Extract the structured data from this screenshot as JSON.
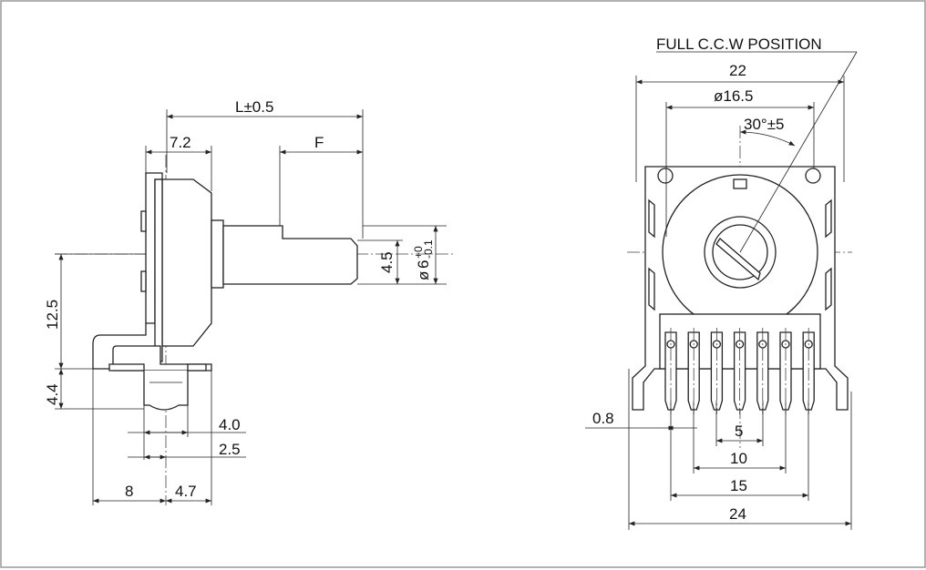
{
  "side_view": {
    "dim_length": "L±0.5",
    "dim_72": "7.2",
    "dim_f": "F",
    "dim_45": "4.5",
    "dim_shaft_dia_symbol": "ø",
    "dim_shaft_dia_value": "6",
    "dim_shaft_dia_tol_upper": "+0",
    "dim_shaft_dia_tol_lower": "-0.1",
    "dim_125": "12.5",
    "dim_44": "4.4",
    "dim_40": "4.0",
    "dim_25": "2.5",
    "dim_8": "8",
    "dim_47": "4.7"
  },
  "front_view": {
    "callout": "FULL C.C.W POSITION",
    "dim_22": "22",
    "dim_165": "ø16.5",
    "dim_angle": "30°±5",
    "dim_08": "0.8",
    "dim_5": "5",
    "dim_10": "10",
    "dim_15": "15",
    "dim_24": "24"
  }
}
